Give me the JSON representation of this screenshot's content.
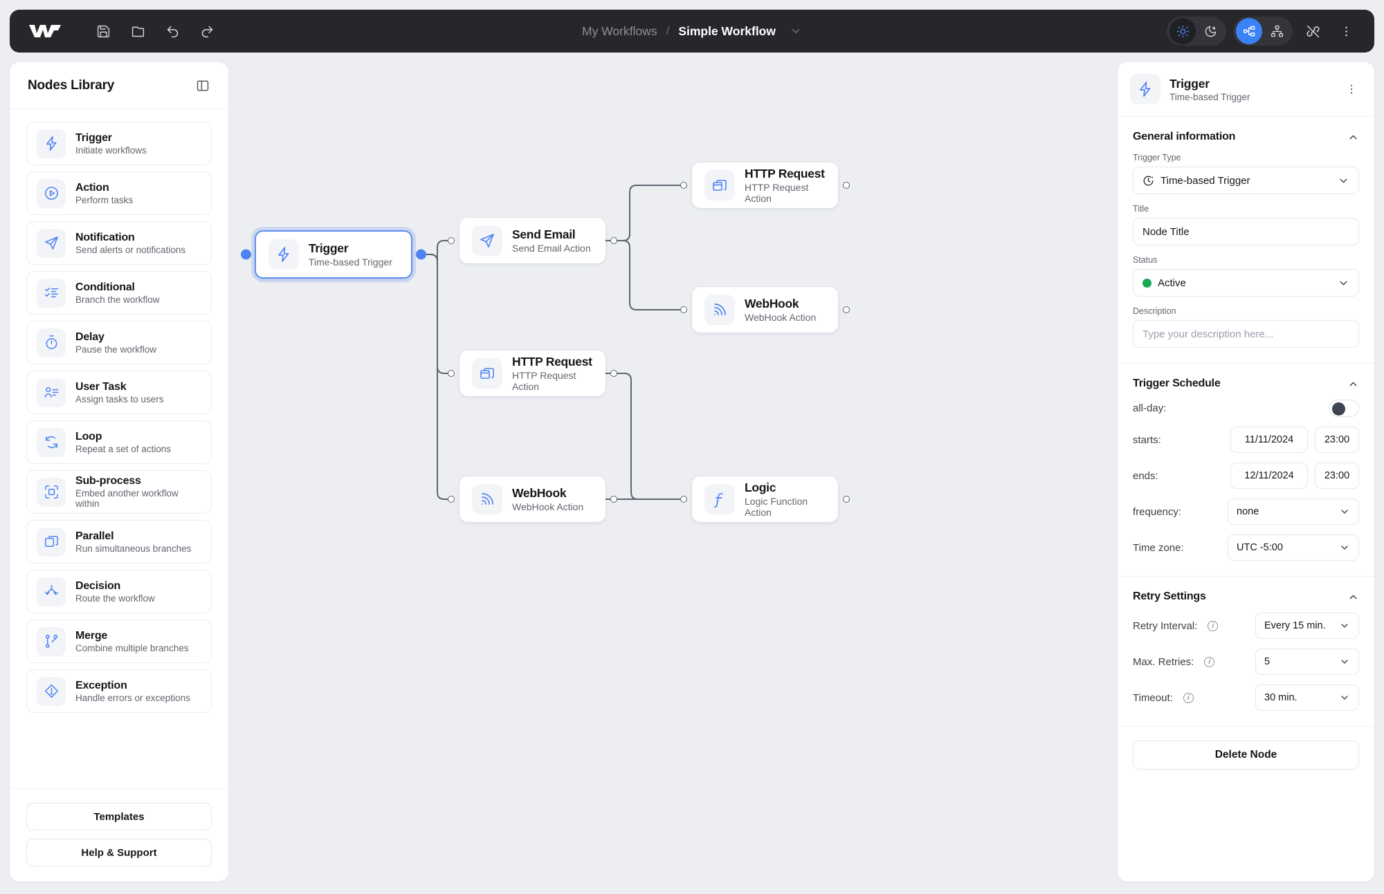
{
  "app": {
    "logo_icon": "brand-w-logo",
    "toolbar_icons": [
      "save-icon",
      "folder-open-icon",
      "undo-icon",
      "redo-icon"
    ]
  },
  "breadcrumb": {
    "parent": "My Workflows",
    "separator": "/",
    "current": "Simple Workflow",
    "caret_icon": "chevron-down-icon"
  },
  "topbar_right": {
    "theme_light_icon": "sun-icon",
    "theme_dark_icon": "moon-icon",
    "layout_graph_icon": "graph-layout-icon",
    "layout_tree_icon": "tree-layout-icon",
    "connect_off_icon": "link-off-icon",
    "more_icon": "more-vertical-icon"
  },
  "sidebar": {
    "title": "Nodes Library",
    "collapse_icon": "panel-collapse-icon",
    "items": [
      {
        "name": "Trigger",
        "desc": "Initiate workflows",
        "icon": "bolt-icon"
      },
      {
        "name": "Action",
        "desc": "Perform tasks",
        "icon": "play-circle-icon"
      },
      {
        "name": "Notification",
        "desc": "Send alerts or notifications",
        "icon": "send-icon"
      },
      {
        "name": "Conditional",
        "desc": "Branch the workflow",
        "icon": "checklist-icon"
      },
      {
        "name": "Delay",
        "desc": "Pause the workflow",
        "icon": "stopwatch-icon"
      },
      {
        "name": "User Task",
        "desc": "Assign tasks to users",
        "icon": "user-list-icon"
      },
      {
        "name": "Loop",
        "desc": "Repeat a set of actions",
        "icon": "loop-icon"
      },
      {
        "name": "Sub-process",
        "desc": "Embed another workflow within",
        "icon": "scan-square-icon"
      },
      {
        "name": "Parallel",
        "desc": "Run simultaneous branches",
        "icon": "copy-squares-icon"
      },
      {
        "name": "Decision",
        "desc": "Route the workflow",
        "icon": "split-arrows-icon"
      },
      {
        "name": "Merge",
        "desc": "Combine multiple branches",
        "icon": "merge-icon"
      },
      {
        "name": "Exception",
        "desc": "Handle errors or exceptions",
        "icon": "diamond-alert-icon"
      }
    ],
    "templates_label": "Templates",
    "help_label": "Help & Support"
  },
  "canvas": {
    "nodes": [
      {
        "id": "trigger",
        "name": "Trigger",
        "sub": "Time-based Trigger",
        "icon": "bolt-icon",
        "selected": true
      },
      {
        "id": "email",
        "name": "Send Email",
        "sub": "Send Email Action",
        "icon": "send-icon",
        "selected": false
      },
      {
        "id": "http1",
        "name": "HTTP Request",
        "sub": "HTTP Request Action",
        "icon": "windows-icon",
        "selected": false
      },
      {
        "id": "hook1",
        "name": "WebHook",
        "sub": "WebHook Action",
        "icon": "rss-icon",
        "selected": false
      },
      {
        "id": "http2",
        "name": "HTTP Request",
        "sub": "HTTP Request Action",
        "icon": "windows-icon",
        "selected": false
      },
      {
        "id": "hook2",
        "name": "WebHook",
        "sub": "WebHook Action",
        "icon": "rss-icon",
        "selected": false
      },
      {
        "id": "logic",
        "name": "Logic",
        "sub": "Logic Function Action",
        "icon": "function-icon",
        "selected": false
      }
    ]
  },
  "inspector": {
    "header": {
      "title": "Trigger",
      "subtitle": "Time-based Trigger",
      "icon": "bolt-icon",
      "menu_icon": "more-vertical-icon"
    },
    "general": {
      "title": "General information",
      "collapse_icon": "chevron-up-icon",
      "trigger_type_label": "Trigger Type",
      "trigger_type_value": "Time-based Trigger",
      "trigger_type_icon": "clock-icon",
      "title_label": "Title",
      "title_value": "Node Title",
      "status_label": "Status",
      "status_value": "Active",
      "status_color": "#18a957",
      "description_label": "Description",
      "description_placeholder": "Type your description here..."
    },
    "schedule": {
      "title": "Trigger Schedule",
      "collapse_icon": "chevron-up-icon",
      "allday_label": "all-day:",
      "allday_on": false,
      "starts_label": "starts:",
      "starts_date": "11/11/2024",
      "starts_time": "23:00",
      "ends_label": "ends:",
      "ends_date": "12/11/2024",
      "ends_time": "23:00",
      "frequency_label": "frequency:",
      "frequency_value": "none",
      "timezone_label": "Time zone:",
      "timezone_value": "UTC -5:00"
    },
    "retry": {
      "title": "Retry Settings",
      "collapse_icon": "chevron-up-icon",
      "interval_label": "Retry Interval:",
      "interval_value": "Every 15 min.",
      "max_label": "Max. Retries:",
      "max_value": "5",
      "timeout_label": "Timeout:",
      "timeout_value": "30 min."
    },
    "delete_label": "Delete Node"
  },
  "colors": {
    "accent": "#3b82f6",
    "icon_blue": "#4f83f1",
    "canvas_bg": "#eceef2",
    "topbar_bg": "#26272b",
    "status_green": "#18a957"
  }
}
